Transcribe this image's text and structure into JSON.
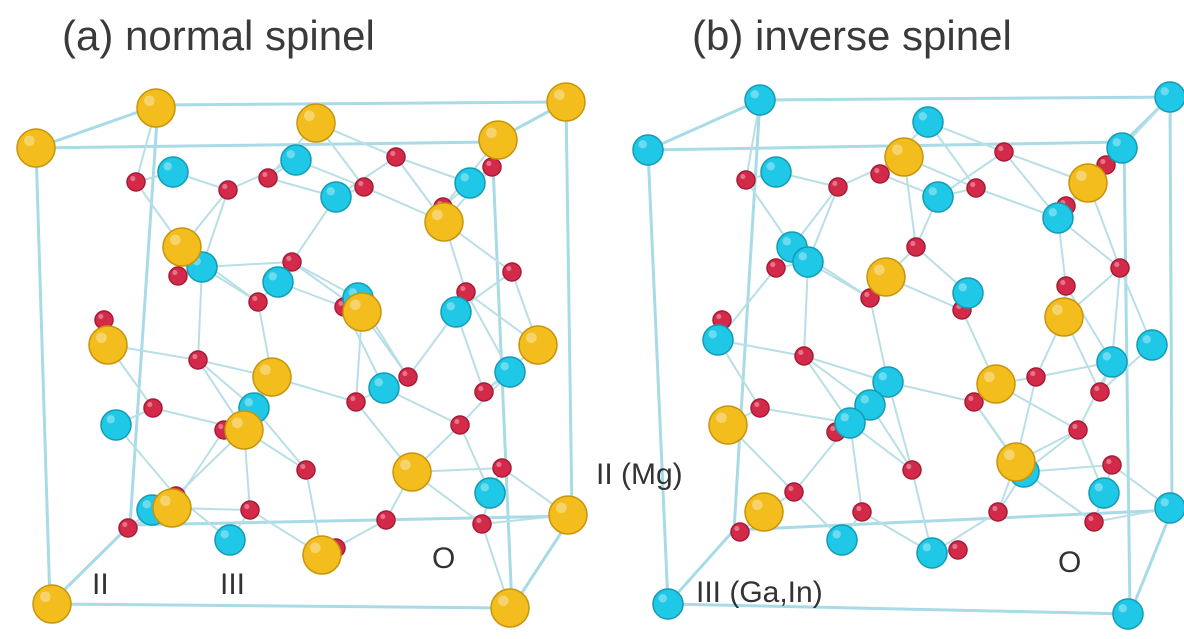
{
  "panels": [
    {
      "title": "(a) normal spinel",
      "labels": {
        "a": "II",
        "b": "III",
        "c": "O"
      }
    },
    {
      "title": "(b) inverse spinel",
      "labels": {
        "a": "II (Mg)",
        "b": "III (Ga,In)",
        "c": "O"
      }
    }
  ],
  "colors": {
    "site_II": "#f2bd1d",
    "site_III": "#1ec8e6",
    "oxygen": "#d42a4a",
    "bond": "#b9dfe6",
    "cube_edge": "#a8dbe6"
  }
}
